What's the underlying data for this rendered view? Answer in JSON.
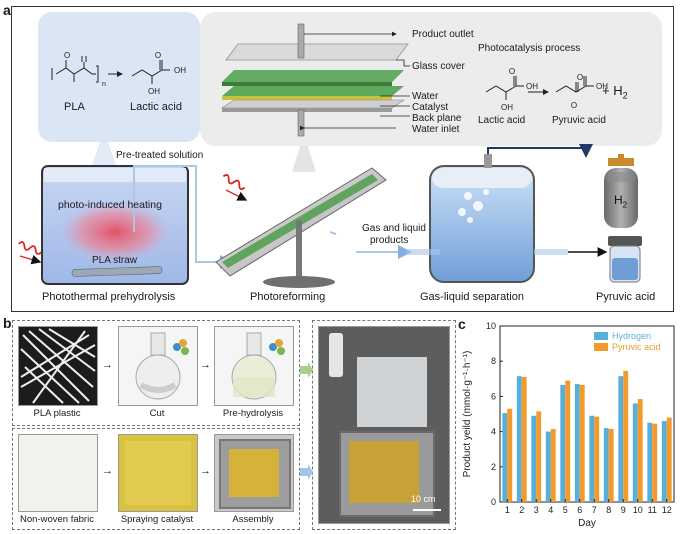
{
  "panel_a": {
    "letter": "a",
    "pla": "PLA",
    "lactic_acid_top": "Lactic acid",
    "photocatalysis_title": "Photocatalysis process",
    "lactic_acid_right": "Lactic acid",
    "pyruvic_acid_right": "Pyruvic acid",
    "plus_h2": "+ H",
    "h2_sub": "2",
    "reactor_labels": [
      "Product outlet",
      "Glass cover",
      "Water",
      "Catalyst",
      "Back plane",
      "Water inlet"
    ],
    "pretreated_solution": "Pre-treated solution",
    "photo_induced_heating": "photo-induced heating",
    "pla_straw": "PLA straw",
    "gas_liquid_products_1": "Gas and liquid",
    "gas_liquid_products_2": "products",
    "h2_tank": "H",
    "h2_tank_sub": "2",
    "stage_labels": [
      "Photothermal prehydrolysis",
      "Photoreforming",
      "Gas-liquid separation",
      "Pyruvic acid"
    ]
  },
  "panel_b": {
    "letter": "b",
    "row1": [
      "PLA plastic",
      "Cut",
      "Pre-hydrolysis"
    ],
    "row2": [
      "Non-woven fabric",
      "Spraying catalyst",
      "Assembly"
    ],
    "scale_bar": "10 cm"
  },
  "panel_c": {
    "letter": "c",
    "chart_data": {
      "type": "bar",
      "categories": [
        "1",
        "2",
        "3",
        "4",
        "5",
        "6",
        "7",
        "8",
        "9",
        "10",
        "11",
        "12"
      ],
      "series": [
        {
          "name": "Hydrogen",
          "color": "#5aafd9",
          "values": [
            5.05,
            7.15,
            4.9,
            4.0,
            6.65,
            6.7,
            4.9,
            4.2,
            7.15,
            5.6,
            4.5,
            4.6
          ]
        },
        {
          "name": "Pyruvic acid",
          "color": "#f39a2b",
          "values": [
            5.3,
            7.1,
            5.15,
            4.15,
            6.9,
            6.65,
            4.85,
            4.15,
            7.45,
            5.85,
            4.45,
            4.8
          ]
        }
      ],
      "xlabel": "Day",
      "ylabel": "Product yeild (mmol·g⁻¹·h⁻¹)",
      "ylim": [
        0,
        10
      ],
      "yticks": [
        "0",
        "2",
        "4",
        "6",
        "8",
        "10"
      ],
      "grid": false,
      "legend": "top-right"
    }
  }
}
